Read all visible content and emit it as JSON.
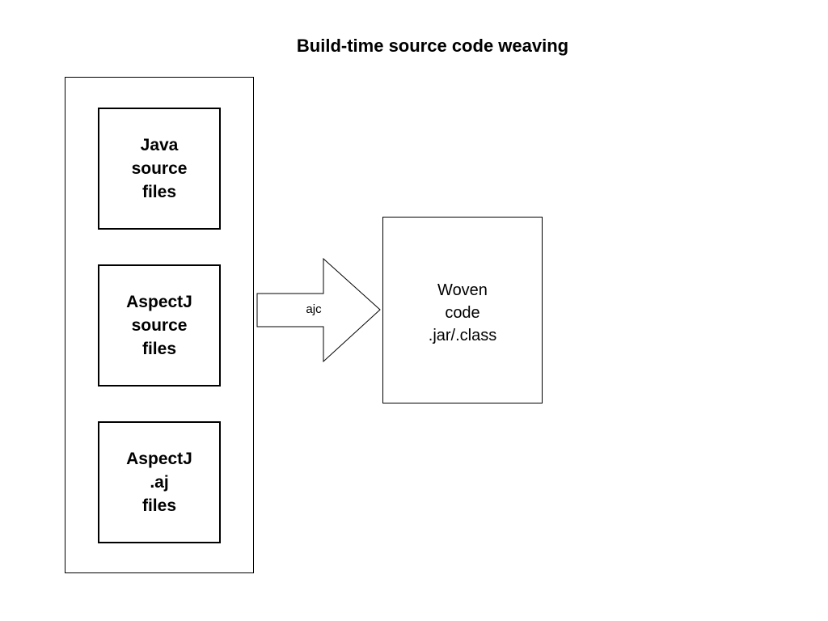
{
  "title": "Build-time source code weaving",
  "inputs": [
    {
      "lines": [
        "Java",
        "source",
        "files"
      ]
    },
    {
      "lines": [
        "AspectJ",
        "source",
        "files"
      ]
    },
    {
      "lines": [
        "AspectJ",
        ".aj",
        "files"
      ]
    }
  ],
  "arrow": {
    "label": "ajc"
  },
  "output": {
    "lines": [
      "Woven",
      "code",
      ".jar/.class"
    ]
  }
}
